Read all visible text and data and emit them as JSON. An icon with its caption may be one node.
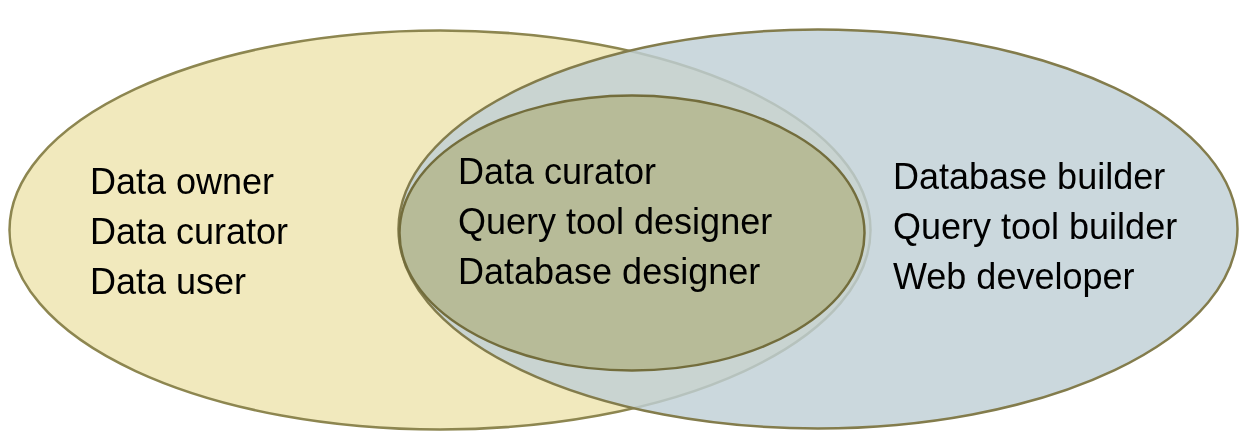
{
  "diagram": {
    "nodes": [
      {
        "text": [
          "Data owner",
          "Data curator",
          "Data user"
        ]
      },
      {
        "text": [
          "Database builder",
          "Query tool builder",
          "Web developer"
        ]
      },
      {
        "text": [
          "Data curator",
          "Query tool designer",
          "Database designer"
        ]
      }
    ]
  }
}
